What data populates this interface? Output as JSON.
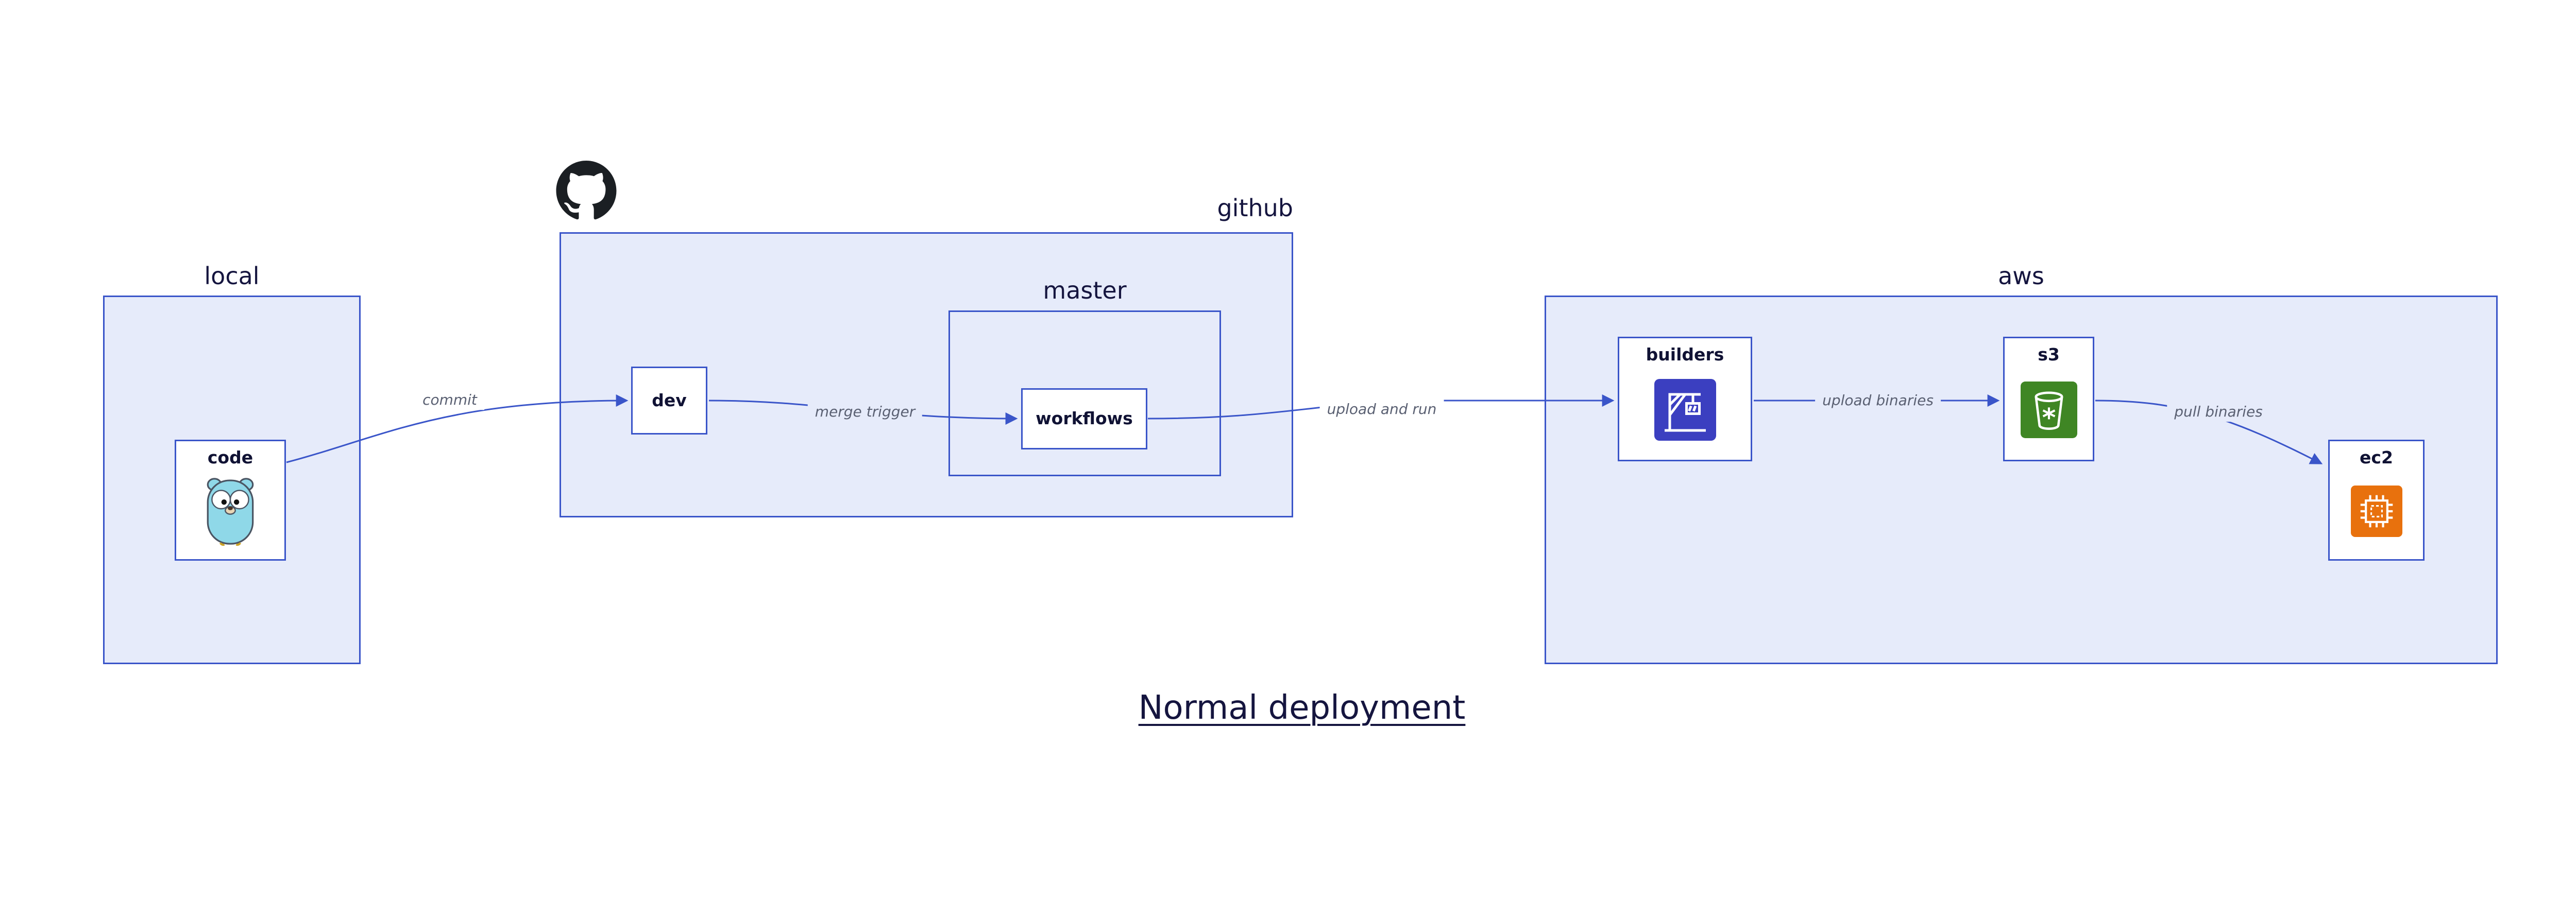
{
  "diagram": {
    "title": "Normal deployment",
    "containers": {
      "local": {
        "label": "local"
      },
      "github": {
        "label": "github"
      },
      "master": {
        "label": "master"
      },
      "aws": {
        "label": "aws"
      }
    },
    "nodes": {
      "code": {
        "label": "code",
        "icon": "go-gopher-icon"
      },
      "dev": {
        "label": "dev"
      },
      "workflows": {
        "label": "workflows"
      },
      "builders": {
        "label": "builders",
        "icon": "aws-codebuild-icon"
      },
      "s3": {
        "label": "s3",
        "icon": "aws-s3-bucket-icon"
      },
      "ec2": {
        "label": "ec2",
        "icon": "aws-ec2-chip-icon"
      }
    },
    "edges": [
      {
        "from": "code",
        "to": "dev",
        "label": "commit"
      },
      {
        "from": "dev",
        "to": "workflows",
        "label": "merge trigger"
      },
      {
        "from": "workflows",
        "to": "builders",
        "label": "upload and run"
      },
      {
        "from": "builders",
        "to": "s3",
        "label": "upload binaries"
      },
      {
        "from": "s3",
        "to": "ec2",
        "label": "pull binaries"
      }
    ],
    "icons": {
      "github_logo": "github-octocat-icon"
    },
    "colors": {
      "container_fill": "#E6EBFA",
      "stroke_blue": "#3A55C9",
      "node_fill": "#FFFFFF",
      "edge_label_gray": "#5A6072",
      "title_color": "#15153F",
      "github_logo_black": "#1B1F23",
      "codebuild_blue": "#3B3FC0",
      "s3_green": "#3F8624",
      "ec2_orange": "#E8710D",
      "gopher_teal": "#8FD8E8"
    }
  }
}
